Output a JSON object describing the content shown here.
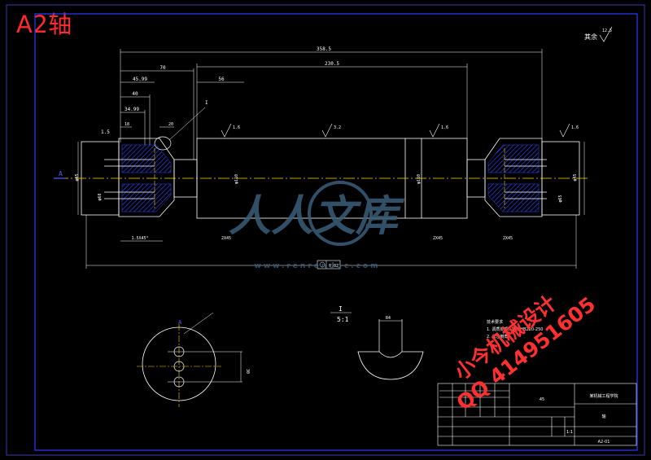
{
  "title": "A2轴",
  "surface_finish": {
    "label": "其余",
    "value": "12.5"
  },
  "dims": {
    "overall_length": "358.5",
    "main_span": "230.5",
    "d70": "70",
    "d56": "56",
    "d45": "45.99",
    "d40": "40",
    "d34": "34.99",
    "d18": "18",
    "d20": "20",
    "phi_body": "φ110",
    "phi_body2": "φ110",
    "phi_end_left": "φ68",
    "phi_end_right": "φ65",
    "phi_small_left": "φ45",
    "phi_small_right": "φ45",
    "chamfer_left_bottom": "1.5X45°",
    "chamfer_1": "2X45",
    "chamfer_2": "2X45",
    "chamfer_3": "2X45",
    "runout_tol": "0.02",
    "left_mark": "1.5",
    "rough_1": "1.6",
    "rough_2": "3.2",
    "rough_3": "1.6",
    "rough_4": "1.6",
    "section_dim": "30"
  },
  "labels": {
    "section_a_left": "A",
    "section_a_bottom": "A",
    "detail_ref": "I",
    "detail_title": "I",
    "detail_scale": "5:1",
    "detail_dim": "R4"
  },
  "notes": [
    "技术要求",
    "1. 调质处理，硬度HB220-250",
    "2. 未注倒角"
  ],
  "watermark": {
    "site_cn": "人人文库",
    "site_url": "www.renrendoc.com",
    "designer": "小今机械设计",
    "qq": "QQ 414951605"
  },
  "title_block": {
    "part_name": "轴",
    "company": "某机械工程学院",
    "material": "45",
    "scale": "1:1",
    "drawing_no": "A2-01"
  },
  "colors": {
    "background": "#000000",
    "frame": "#2b3bff",
    "outline": "#ffffff",
    "center": "#ffd400",
    "hatch": "#3344ff",
    "title": "#ff2a2a",
    "watermark_logo": "#3a5f7a"
  }
}
